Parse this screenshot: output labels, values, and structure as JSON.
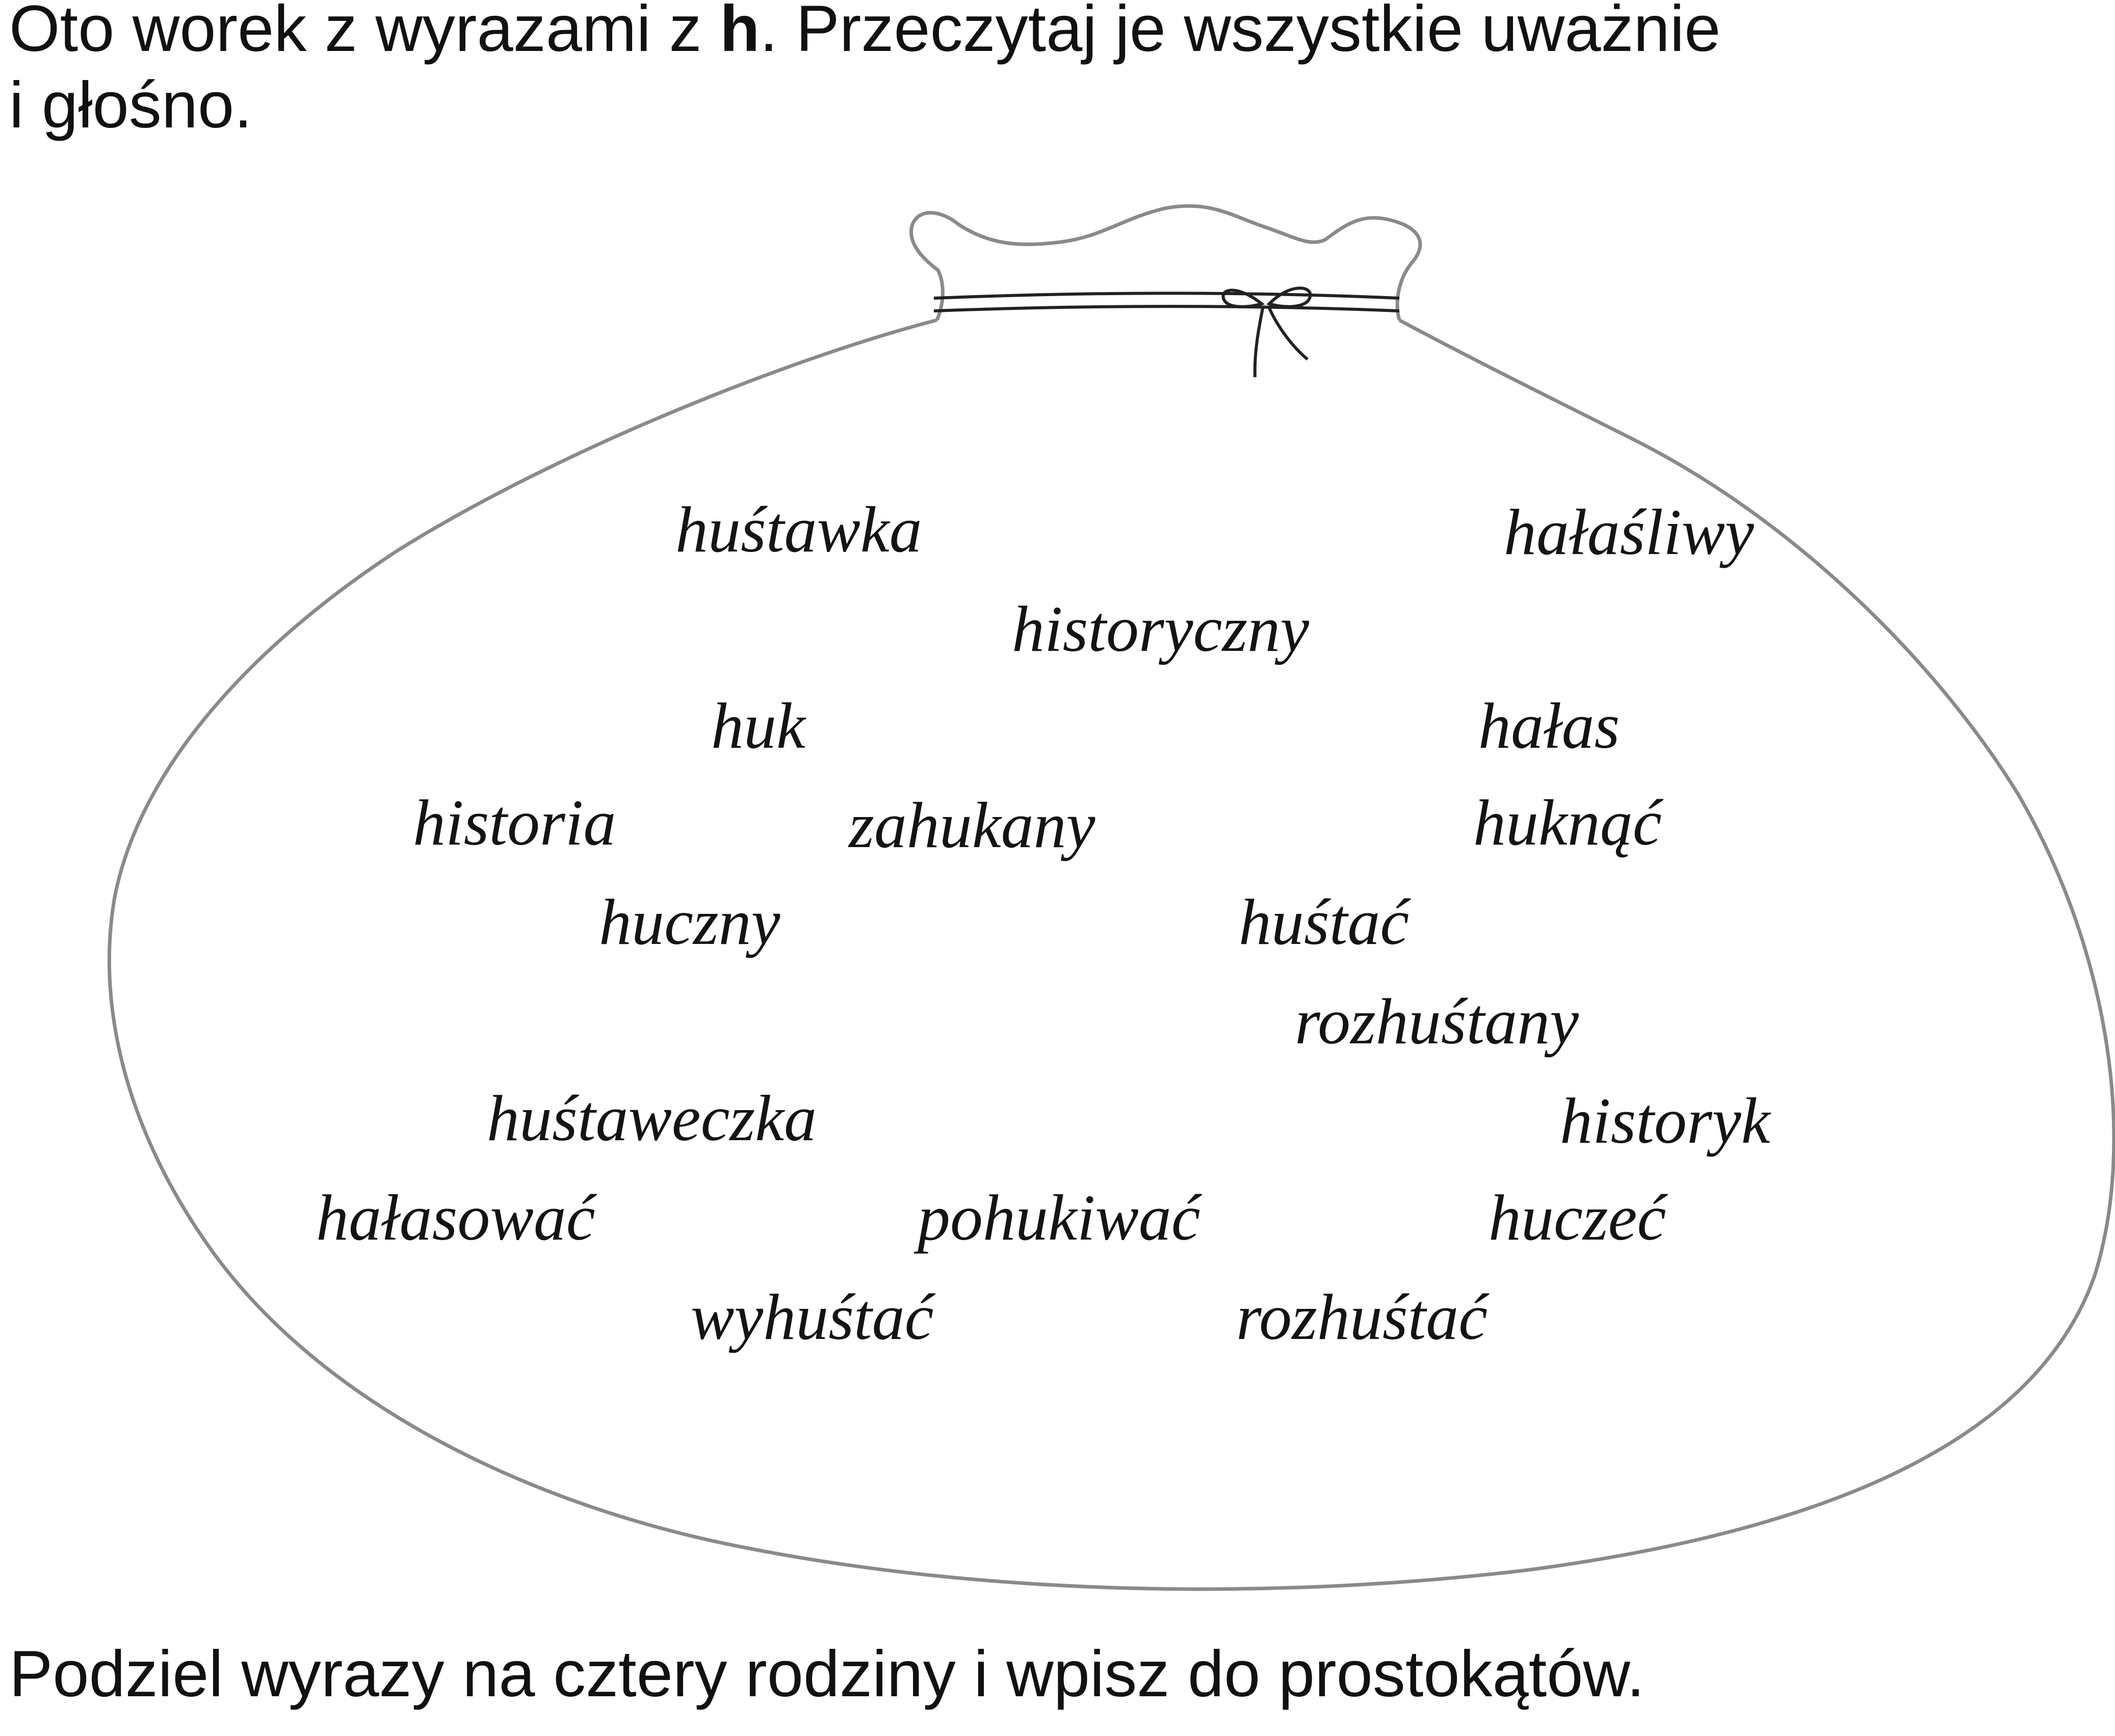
{
  "instruction_top": {
    "part1": "Oto worek z wyrazami z ",
    "bold_letter": "h",
    "part2": ". Przeczytaj je wszystkie uważnie",
    "line2": "i głośno."
  },
  "words": [
    "huśtawka",
    "hałaśliwy",
    "historyczny",
    "huk",
    "hałas",
    "historia",
    "zahukany",
    "huknąć",
    "huczny",
    "huśtać",
    "rozhuśtany",
    "huśtaweczka",
    "historyk",
    "hałasować",
    "pohukiwać",
    "huczeć",
    "wyhuśtać",
    "rozhuśtać"
  ],
  "instruction_bottom": "Podziel wyrazy na cztery rodziny i wpisz do prostokątów.",
  "colors": {
    "text": "#111111",
    "sack_outline": "#8a8a8a",
    "string": "#222222",
    "background": "#ffffff"
  }
}
